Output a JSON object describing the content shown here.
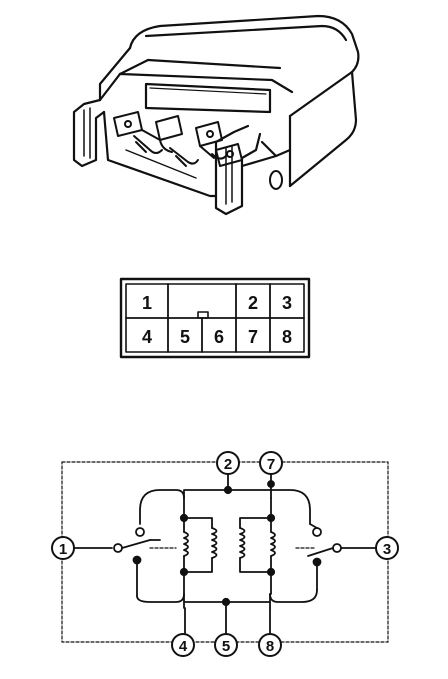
{
  "colors": {
    "ink": "#111111",
    "paper": "#ffffff"
  },
  "connector_face": {
    "pins": [
      {
        "label": "1"
      },
      {
        "label": "2"
      },
      {
        "label": "3"
      },
      {
        "label": "4"
      },
      {
        "label": "5"
      },
      {
        "label": "6"
      },
      {
        "label": "7"
      },
      {
        "label": "8"
      }
    ]
  },
  "schematic": {
    "terminals": [
      {
        "label": "1"
      },
      {
        "label": "2"
      },
      {
        "label": "7"
      },
      {
        "label": "3"
      },
      {
        "label": "4"
      },
      {
        "label": "5"
      },
      {
        "label": "8"
      }
    ]
  }
}
